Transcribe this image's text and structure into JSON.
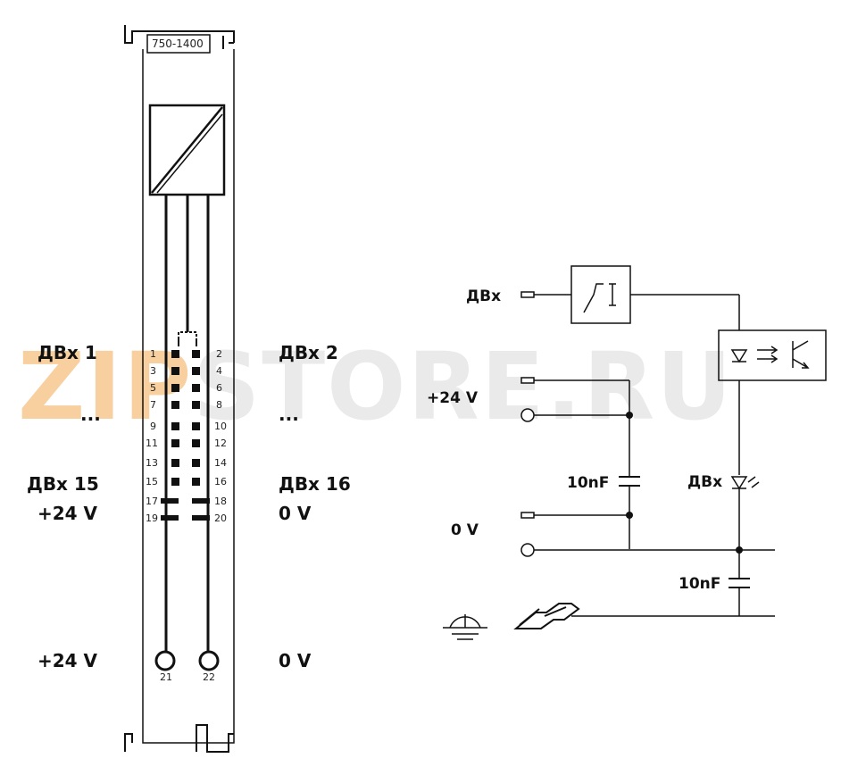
{
  "module": {
    "part_number": "750-1400"
  },
  "left_labels": {
    "dbx1": "ДВх 1",
    "dbx2": "ДВх 2",
    "ellipsis_left": "...",
    "ellipsis_right": "...",
    "dbx15": "ДВх 15",
    "dbx16": "ДВх 16",
    "plus24_upper": "+24 V",
    "zero_upper": "0 V",
    "plus24_lower": "+24 V",
    "zero_lower": "0 V"
  },
  "pins": {
    "left": [
      "1",
      "3",
      "5",
      "7",
      "9",
      "11",
      "13",
      "15",
      "17",
      "19"
    ],
    "right": [
      "2",
      "4",
      "6",
      "8",
      "10",
      "12",
      "14",
      "16",
      "18",
      "20"
    ],
    "bottom_left": "21",
    "bottom_right": "22"
  },
  "circuit": {
    "input_label": "ДВх",
    "plus24": "+24 V",
    "zero": "0 V",
    "cap1": "10nF",
    "cap2": "10nF",
    "led_label": "ДВх"
  },
  "watermark": {
    "part1": "ZIP",
    "part2": "STORE.RU"
  }
}
